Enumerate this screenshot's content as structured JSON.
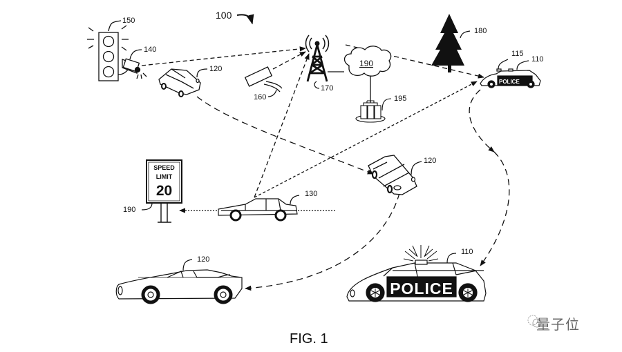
{
  "figure": {
    "caption": "FIG. 1",
    "system_ref": "100",
    "colors": {
      "ink": "#111111",
      "background": "#ffffff",
      "watermark": "#666666"
    }
  },
  "components": {
    "traffic_light": {
      "ref": "150"
    },
    "light_camera": {
      "ref": "140"
    },
    "standalone_camera": {
      "ref": "160"
    },
    "cell_tower": {
      "ref": "170"
    },
    "network_cloud": {
      "ref": "190"
    },
    "servers": {
      "ref": "195"
    },
    "tree": {
      "ref": "180"
    },
    "police_car_small": {
      "ref": "110",
      "light_ref": "115",
      "label": "POLICE"
    },
    "car_top": {
      "ref": "120"
    },
    "car_middle": {
      "ref": "120"
    },
    "car_bottom": {
      "ref": "120"
    },
    "sedan": {
      "ref": "130"
    },
    "speed_sign": {
      "ref": "190",
      "line1": "SPEED",
      "line2": "LIMIT",
      "value": "20"
    },
    "police_car_large": {
      "ref": "110",
      "label": "POLICE"
    }
  },
  "watermark": {
    "text": "量子位"
  }
}
